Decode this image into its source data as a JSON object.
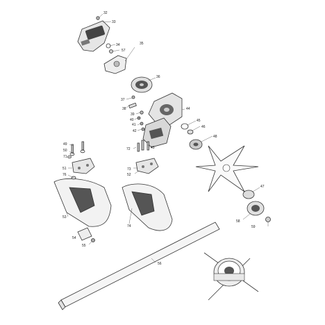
{
  "diagram": {
    "part_numbers": {
      "p32": "32",
      "p33": "33",
      "p34": "34",
      "p35": "35",
      "p36": "36",
      "p37": "37",
      "p38": "38",
      "p39": "39",
      "p40": "40",
      "p41": "41",
      "p42": "42",
      "p43": "43",
      "p44": "44",
      "p45": "45",
      "p46": "46",
      "p47": "47",
      "p48": "48",
      "p49": "49",
      "p50": "50",
      "p51": "51",
      "p52": "52",
      "p53": "53",
      "p54": "54",
      "p55": "55",
      "p56": "56",
      "p57": "57",
      "p58": "58",
      "p59": "59",
      "p71": "71",
      "p72": "72",
      "p73": "73",
      "p74": "74",
      "p76": "76"
    },
    "colors": {
      "outline": "#333333",
      "part_fill": "#e8e8e8",
      "dark_part": "#555555"
    }
  }
}
